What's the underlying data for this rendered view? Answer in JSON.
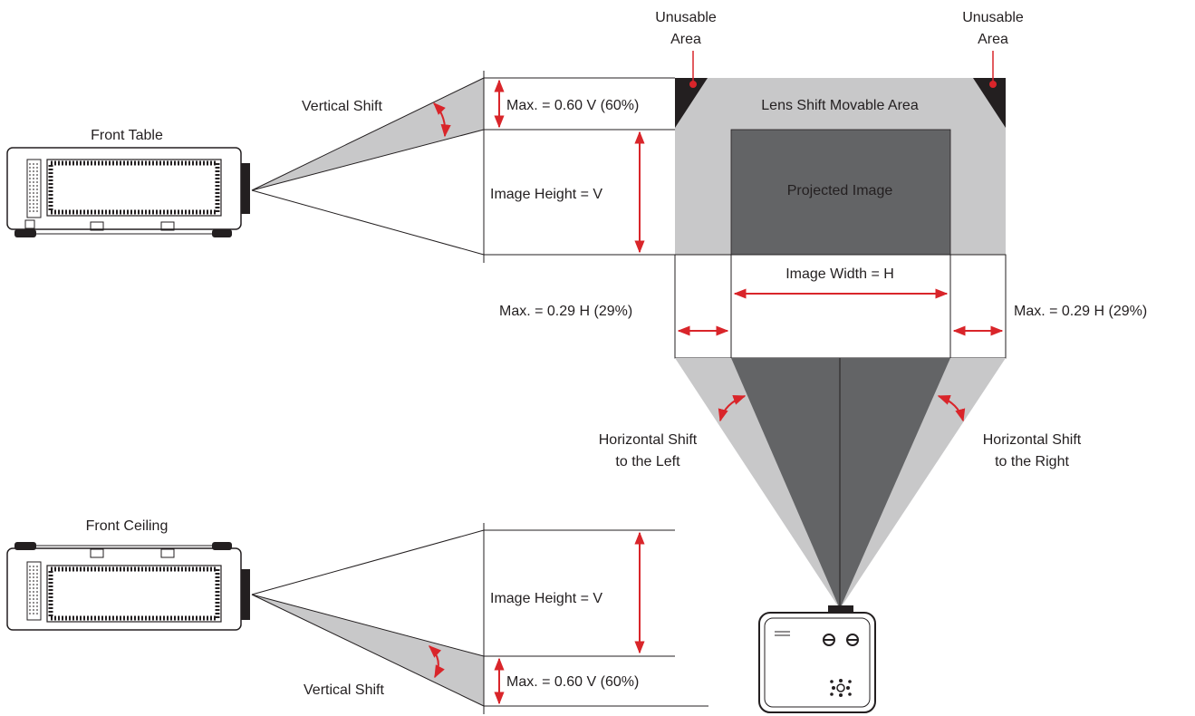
{
  "labels": {
    "unusable_left": [
      "Unusable",
      "Area"
    ],
    "unusable_right": [
      "Unusable",
      "Area"
    ],
    "vertical_shift_top": "Vertical Shift",
    "vertical_shift_bottom": "Vertical Shift",
    "front_table": "Front Table",
    "front_ceiling": "Front Ceiling",
    "max_v_top": "Max. = 0.60 V (60%)",
    "max_v_bottom": "Max. = 0.60 V (60%)",
    "image_height_top": "Image Height = V",
    "image_height_bottom": "Image Height = V",
    "lens_shift_area": "Lens Shift Movable Area",
    "projected_image": "Projected Image",
    "image_width": "Image Width = H",
    "max_h_left": "Max. = 0.29 H (29%)",
    "max_h_right": "Max. = 0.29 H (29%)",
    "hshift_left": [
      "Horizontal Shift",
      "to the Left"
    ],
    "hshift_right": [
      "Horizontal Shift",
      "to the Right"
    ]
  },
  "colors": {
    "light_gray": "#c8c8c9",
    "dark_gray": "#636466",
    "arrow_red": "#d9252a",
    "line_black": "#231f20"
  }
}
